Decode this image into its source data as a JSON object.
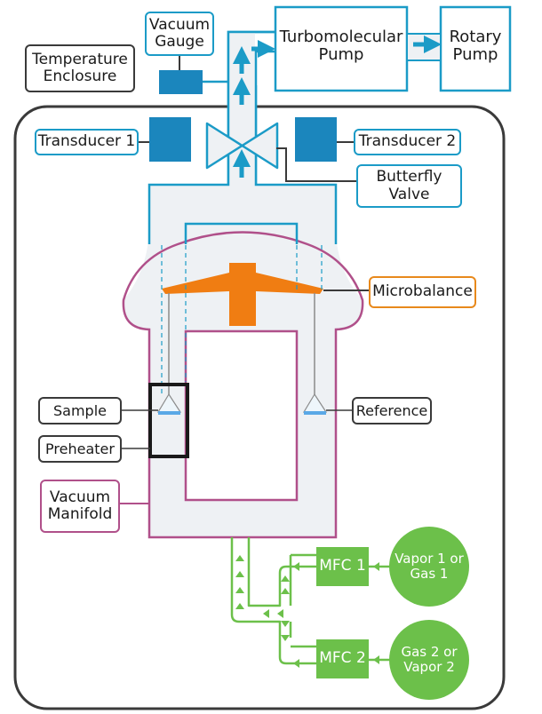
{
  "labels": {
    "vacuum_gauge": "Vacuum\nGauge",
    "turbomolecular_pump": "Turbomolecular\nPump",
    "rotary_pump": "Rotary\nPump",
    "temperature_enclosure": "Temperature\nEnclosure",
    "transducer_1": "Transducer 1",
    "transducer_2": "Transducer 2",
    "butterfly_valve": "Butterfly\nValve",
    "microbalance": "Microbalance",
    "sample": "Sample",
    "reference": "Reference",
    "preheater": "Preheater",
    "vacuum_manifold": "Vacuum\nManifold",
    "mfc_1": "MFC 1",
    "mfc_2": "MFC 2",
    "vapor_1_gas_1": "Vapor 1 or\nGas 1",
    "gas_2_vapor_2": "Gas 2 or\nVapor 2"
  },
  "colors": {
    "vacuum_line": "#1b9bc7",
    "gas_line": "#6cc04a",
    "microbalance": "#f07d12",
    "manifold": "#b0508a",
    "enclosure": "#3a3a3a",
    "chamber_fill": "#eef1f4"
  },
  "icons": {
    "flow_arrow": "arrow-icon",
    "valve": "butterfly-valve-icon"
  }
}
